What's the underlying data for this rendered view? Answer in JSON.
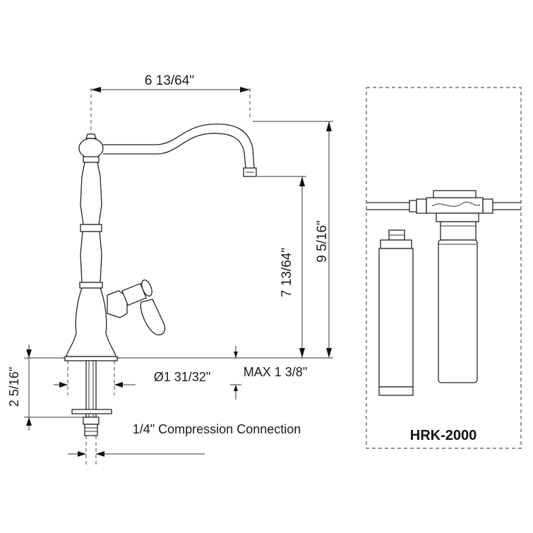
{
  "dimensions": {
    "spout_reach": "6 13/64\"",
    "overall_height": "9 5/16\"",
    "spout_height": "7 13/64\"",
    "base_diameter": "Ø1 31/32\"",
    "max_deck": "MAX 1 3/8\"",
    "shank_length": "2 5/16\""
  },
  "connection_label": "1/4\" Compression Connection",
  "filter_kit": {
    "model": "HRK-2000"
  }
}
